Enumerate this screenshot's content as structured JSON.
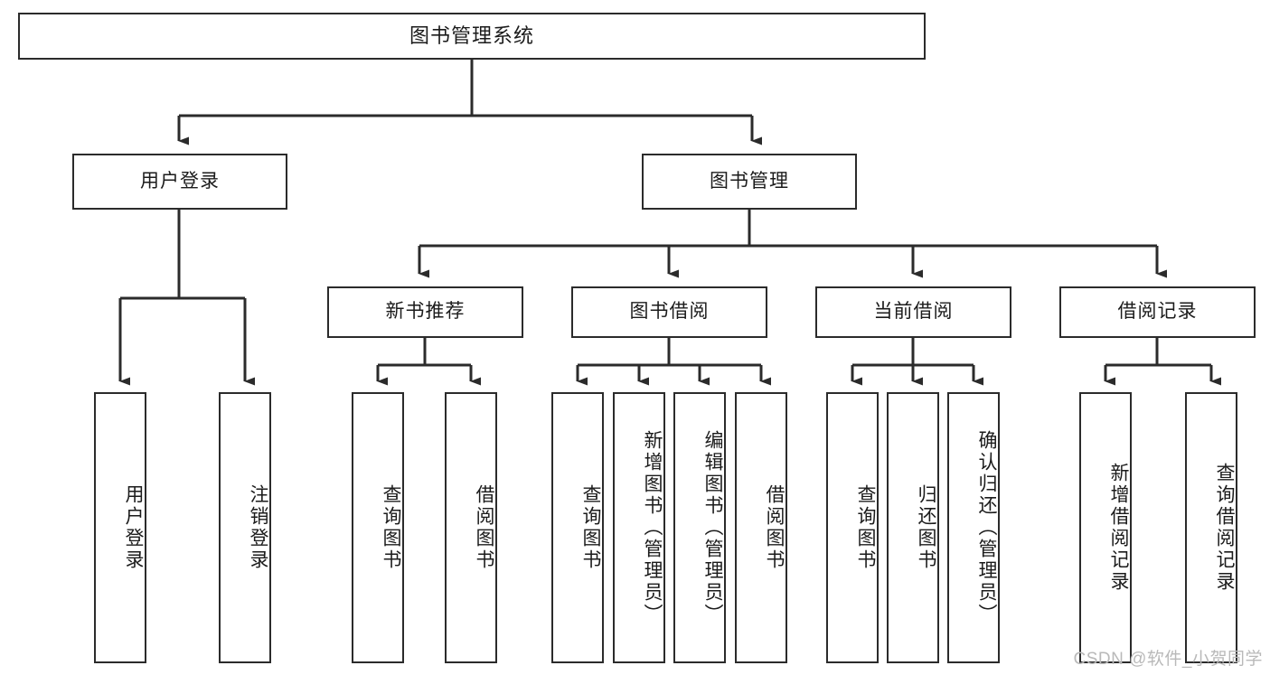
{
  "diagram": {
    "title": "图书管理系统",
    "type": "tree",
    "root": {
      "label": "图书管理系统"
    },
    "level2": [
      {
        "label": "用户登录"
      },
      {
        "label": "图书管理"
      }
    ],
    "level3": [
      {
        "label": "新书推荐"
      },
      {
        "label": "图书借阅"
      },
      {
        "label": "当前借阅"
      },
      {
        "label": "借阅记录"
      }
    ],
    "leaves": {
      "user_login": [
        {
          "label": "用户登录"
        },
        {
          "label": "注销登录"
        }
      ],
      "new_book_recommend": [
        {
          "label": "查询图书"
        },
        {
          "label": "借阅图书"
        }
      ],
      "book_borrow": [
        {
          "label": "查询图书"
        },
        {
          "label": "新增图书（管理员）"
        },
        {
          "label": "编辑图书（管理员）"
        },
        {
          "label": "借阅图书"
        }
      ],
      "current_borrow": [
        {
          "label": "查询图书"
        },
        {
          "label": "归还图书"
        },
        {
          "label": "确认归还（管理员）"
        }
      ],
      "borrow_record": [
        {
          "label": "新增借阅记录"
        },
        {
          "label": "查询借阅记录"
        }
      ]
    }
  },
  "watermark": {
    "text": "CSDN @软件_小贺同学"
  },
  "colors": {
    "stroke": "#2b2b2b",
    "fill": "#ffffff",
    "text": "#1b1b1b",
    "watermark": "#b9b9b9"
  }
}
